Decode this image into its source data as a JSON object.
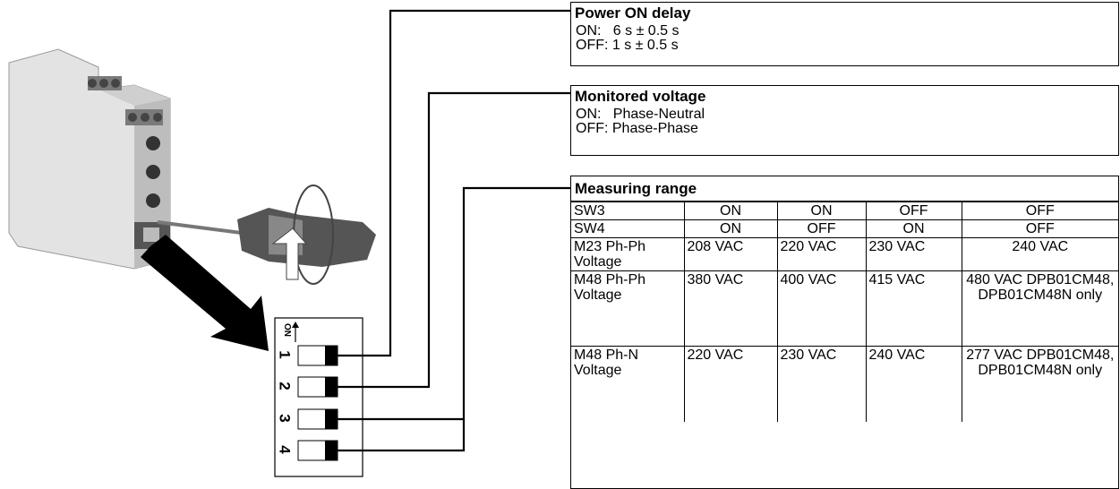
{
  "power_on_delay": {
    "title": "Power ON delay",
    "lines": [
      "ON:   6 s ± 0.5 s",
      "OFF: 1 s ± 0.5 s"
    ]
  },
  "monitored_voltage": {
    "title": "Monitored voltage",
    "lines": [
      "ON:   Phase-Neutral",
      "OFF: Phase-Phase"
    ]
  },
  "measuring_range": {
    "title": "Measuring range",
    "rows": [
      [
        "SW3",
        "ON",
        "ON",
        "OFF",
        "OFF"
      ],
      [
        "SW4",
        "ON",
        "OFF",
        "ON",
        "OFF"
      ],
      [
        "M23 Ph-Ph Voltage",
        "208 VAC",
        "220 VAC",
        "230 VAC",
        "240 VAC"
      ],
      [
        "M48 Ph-Ph Voltage",
        "380 VAC",
        "400 VAC",
        "415 VAC",
        "480 VAC DPB01CM48, DPB01CM48N only"
      ],
      [
        "M48 Ph-N Voltage",
        "220 VAC",
        "230 VAC",
        "240 VAC",
        "277 VAC DPB01CM48, DPB01CM48N only"
      ]
    ]
  },
  "dip_switch": {
    "on_label": "ON",
    "numbers": [
      "1",
      "2",
      "3",
      "4"
    ]
  },
  "colors": {
    "ink": "#000000",
    "device": "#d8d8d8",
    "device_shadow": "#a8a8a8"
  }
}
